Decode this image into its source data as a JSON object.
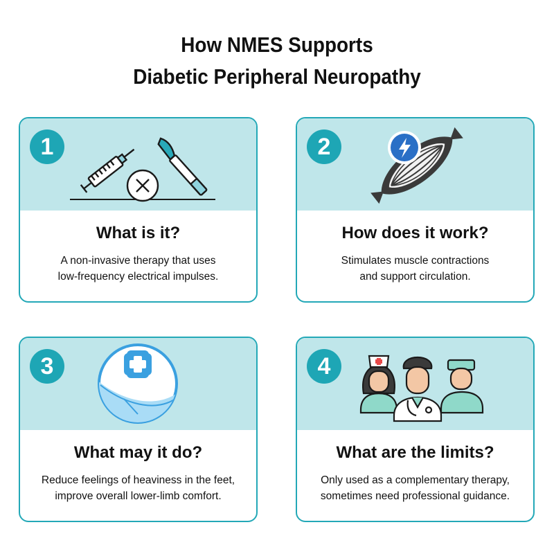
{
  "title": {
    "line1": "How NMES Supports",
    "line2": "Diabetic Peripheral Neuropathy"
  },
  "colors": {
    "accent": "#1ea6b5",
    "card_border": "#23a8b7",
    "card_top": "#bfe6ea",
    "bolt_badge": "#2a6fc6",
    "nurse_scrubs": "#8fd9c9"
  },
  "cards": [
    {
      "number": "1",
      "icon": "syringe-scalpel-no-invasion-icon",
      "heading": "What is it?",
      "lines": [
        "A non-invasive therapy that uses",
        "low-frequency electrical impulses."
      ]
    },
    {
      "number": "2",
      "icon": "muscle-lightning-icon",
      "heading": "How does it work?",
      "lines": [
        "Stimulates muscle contractions",
        "and support circulation."
      ]
    },
    {
      "number": "3",
      "icon": "foot-care-cross-icon",
      "heading": "What may it do?",
      "lines": [
        "Reduce feelings of heaviness in the feet,",
        "improve overall lower-limb comfort."
      ]
    },
    {
      "number": "4",
      "icon": "medical-team-icon",
      "heading": "What are the limits?",
      "lines": [
        "Only used as a complementary therapy,",
        "sometimes need professional guidance."
      ]
    }
  ]
}
